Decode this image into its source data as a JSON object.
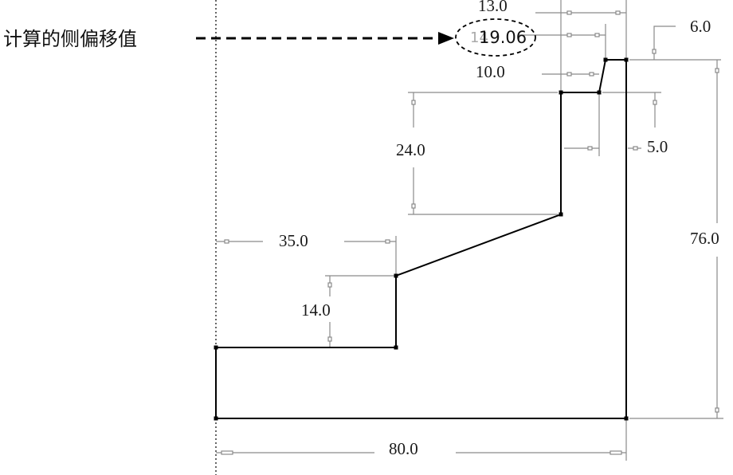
{
  "annotation": {
    "label": "计算的侧偏移值",
    "value": "19.06",
    "ghost_value": "14"
  },
  "dimensions": {
    "top_13": "13.0",
    "top_6": "6.0",
    "top_10": "10.0",
    "step_24": "24.0",
    "right_5": "5.0",
    "height_76": "76.0",
    "width_35": "35.0",
    "step_14": "14.0",
    "base_80": "80.0"
  }
}
